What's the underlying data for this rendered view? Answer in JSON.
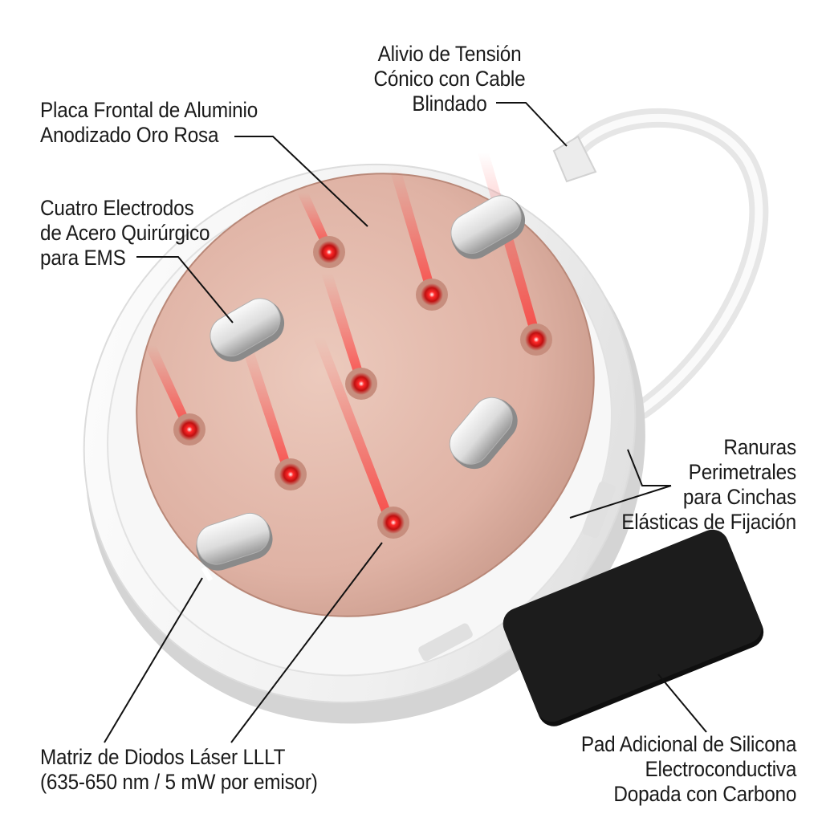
{
  "callouts": {
    "faceplate": [
      "Placa Frontal de Aluminio",
      "Anodizado Oro Rosa"
    ],
    "electrodes": [
      "Cuatro Electrodos",
      "de Acero Quirúrgico",
      "para EMS"
    ],
    "strain_relief": [
      "Alivio de Tensión",
      "Cónico con Cable",
      "Blindado"
    ],
    "strap_slots": [
      "Ranuras",
      "Perimetrales",
      "para Cinchas",
      "Elásticas de Fijación"
    ],
    "laser_diodes": [
      "Matriz de Diodos Láser LLLT",
      "(635-650 nm / 5 mW por emisor)"
    ],
    "silicone_pad": [
      "Pad Adicional de Silicona",
      "Electroconductiva",
      "Dopada con Carbono"
    ]
  },
  "colors": {
    "faceplate": "#dfb2a4",
    "housing": "#f2f2f2",
    "laser": "#ff2a2a",
    "pad": "#1c1c1c",
    "leader": "#111111"
  }
}
